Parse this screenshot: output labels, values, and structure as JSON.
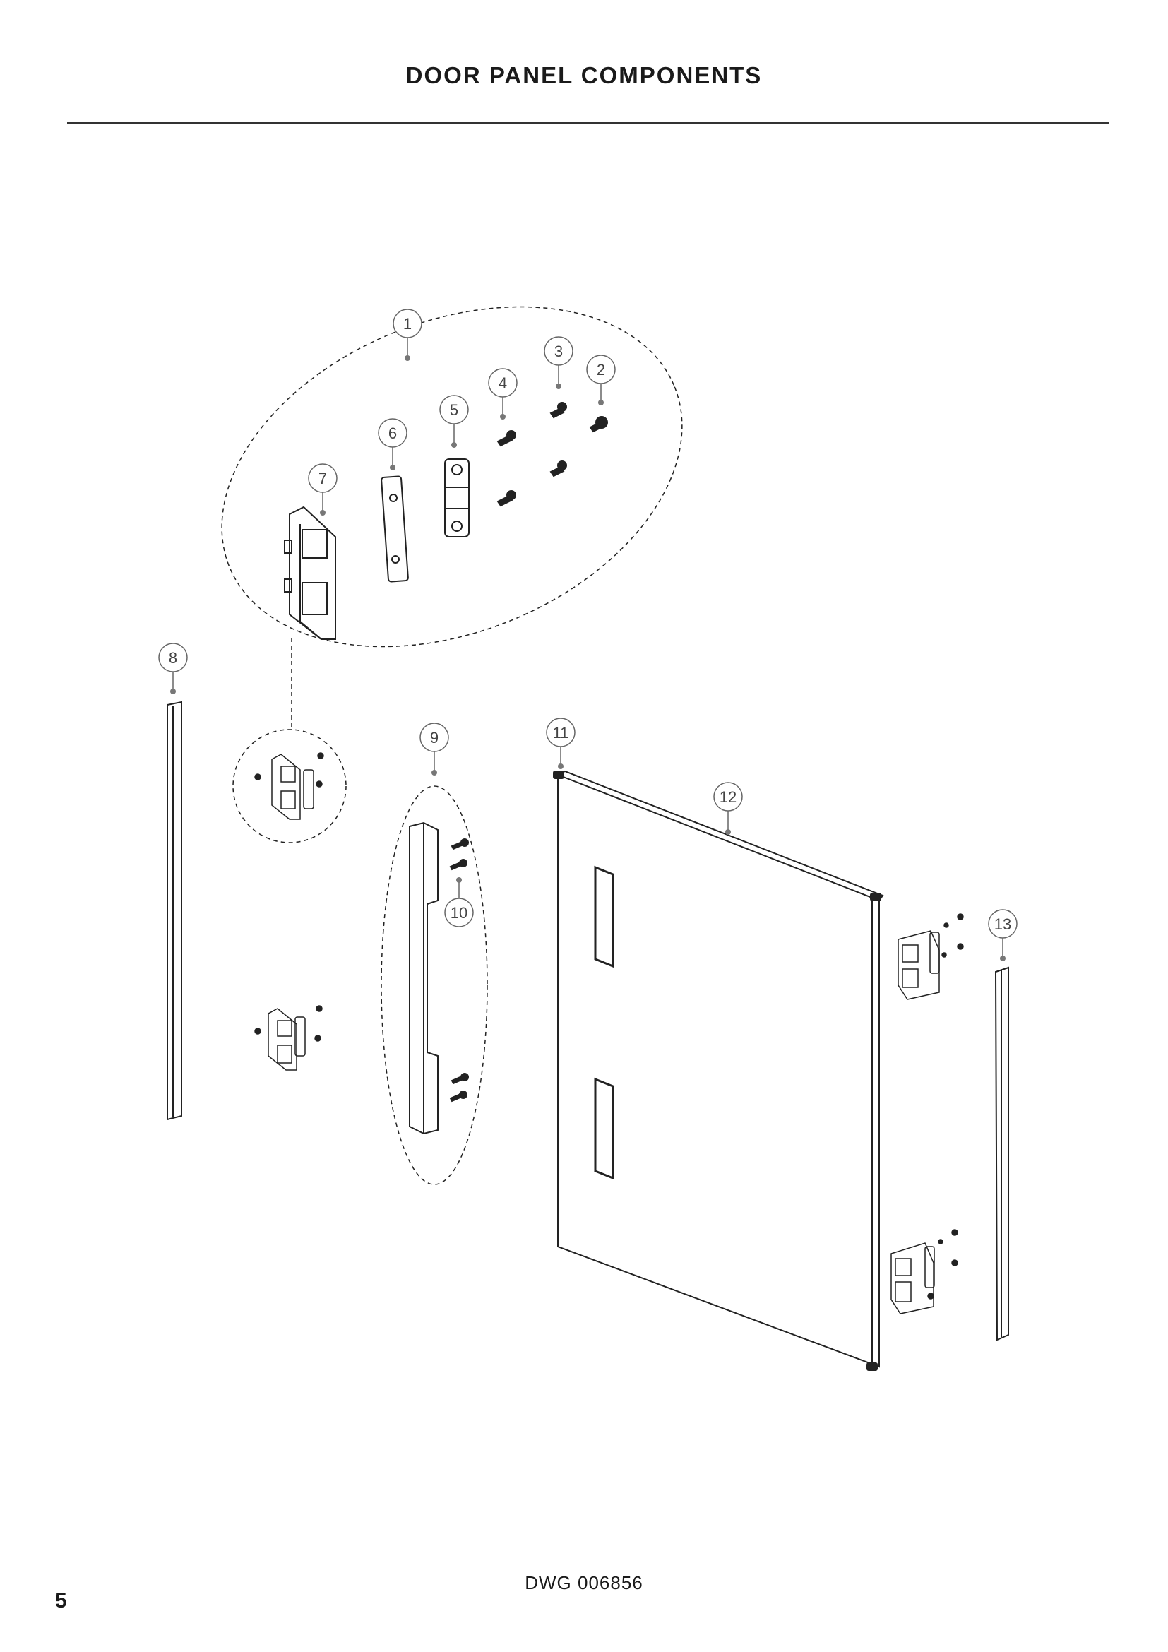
{
  "header": {
    "title": "DOOR PANEL COMPONENTS"
  },
  "footer": {
    "drawing_number": "DWG 006856",
    "page_number": "5"
  },
  "callouts": [
    "1",
    "2",
    "3",
    "4",
    "5",
    "6",
    "7",
    "8",
    "9",
    "10",
    "11",
    "12",
    "13"
  ]
}
